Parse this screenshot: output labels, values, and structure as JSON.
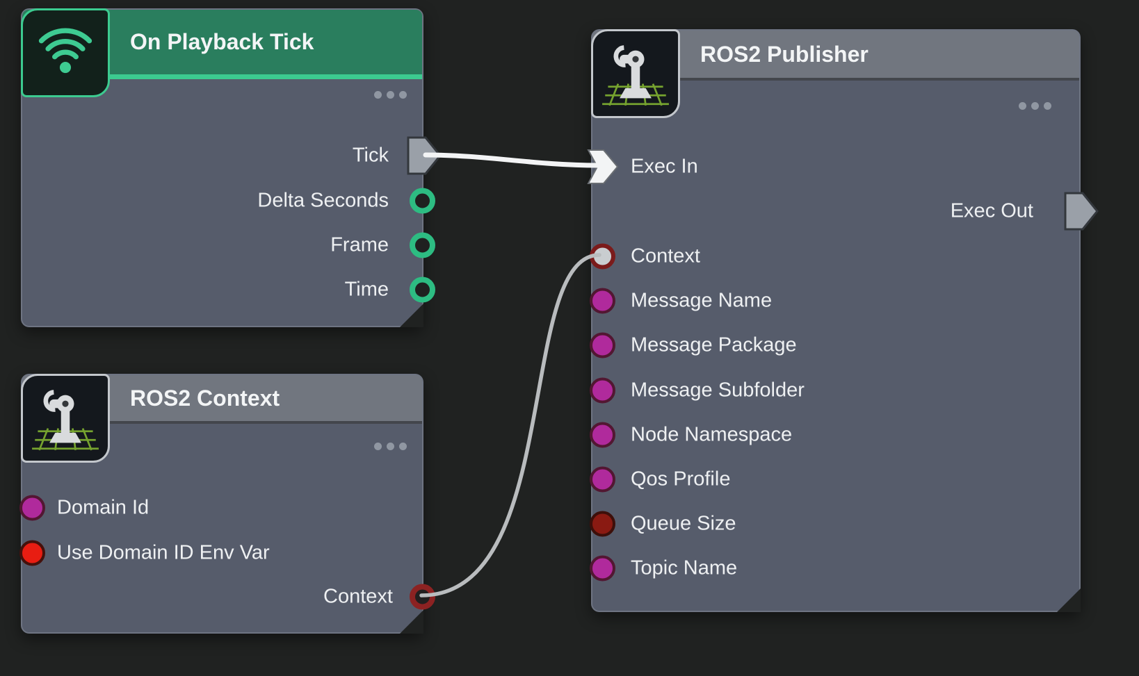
{
  "canvas": {
    "background": "#202221"
  },
  "colors": {
    "node_body": "#565c6b",
    "green_header": "#2a7e5e",
    "green_accent": "#3ccb90",
    "gray_header": "#71767f",
    "exec_pin": "#9aa0a8",
    "exec_pin_connected": "#f3f4f5",
    "green_pin": "#2dbc82",
    "magenta_pin": "#b02a9c",
    "red_pin": "#e81d12",
    "dark_red_pin": "#8a1a12",
    "wire_exec": "#f3f4f5",
    "wire_context": "#b9bcbe"
  },
  "nodes": {
    "on_playback_tick": {
      "title": "On Playback Tick",
      "icon": "wifi-signal-icon",
      "menu": "ellipsis-menu-icon",
      "outputs": [
        {
          "label": "Tick",
          "pin": "exec-output"
        },
        {
          "label": "Delta Seconds",
          "pin": "green-ring"
        },
        {
          "label": "Frame",
          "pin": "green-ring"
        },
        {
          "label": "Time",
          "pin": "green-ring"
        }
      ]
    },
    "ros2_context": {
      "title": "ROS2 Context",
      "icon": "ros2-robot-icon",
      "menu": "ellipsis-menu-icon",
      "inputs": [
        {
          "label": "Domain Id",
          "pin": "magenta"
        },
        {
          "label": "Use Domain ID Env Var",
          "pin": "red"
        }
      ],
      "outputs": [
        {
          "label": "Context",
          "pin": "dark-red-ring"
        }
      ]
    },
    "ros2_publisher": {
      "title": "ROS2 Publisher",
      "icon": "ros2-robot-icon",
      "menu": "ellipsis-menu-icon",
      "inputs": [
        {
          "label": "Exec In",
          "pin": "exec-connected"
        },
        {
          "label": "Context",
          "pin": "connected-circle"
        },
        {
          "label": "Message Name",
          "pin": "magenta"
        },
        {
          "label": "Message Package",
          "pin": "magenta"
        },
        {
          "label": "Message Subfolder",
          "pin": "magenta"
        },
        {
          "label": "Node Namespace",
          "pin": "magenta"
        },
        {
          "label": "Qos Profile",
          "pin": "magenta"
        },
        {
          "label": "Queue Size",
          "pin": "dark-red-fill"
        },
        {
          "label": "Topic Name",
          "pin": "magenta"
        }
      ],
      "outputs": [
        {
          "label": "Exec Out",
          "pin": "exec-output"
        }
      ]
    }
  },
  "connections": [
    {
      "from": "On Playback Tick.Tick",
      "to": "ROS2 Publisher.Exec In",
      "color": "#f3f4f5"
    },
    {
      "from": "ROS2 Context.Context",
      "to": "ROS2 Publisher.Context",
      "color": "#b9bcbe"
    }
  ]
}
